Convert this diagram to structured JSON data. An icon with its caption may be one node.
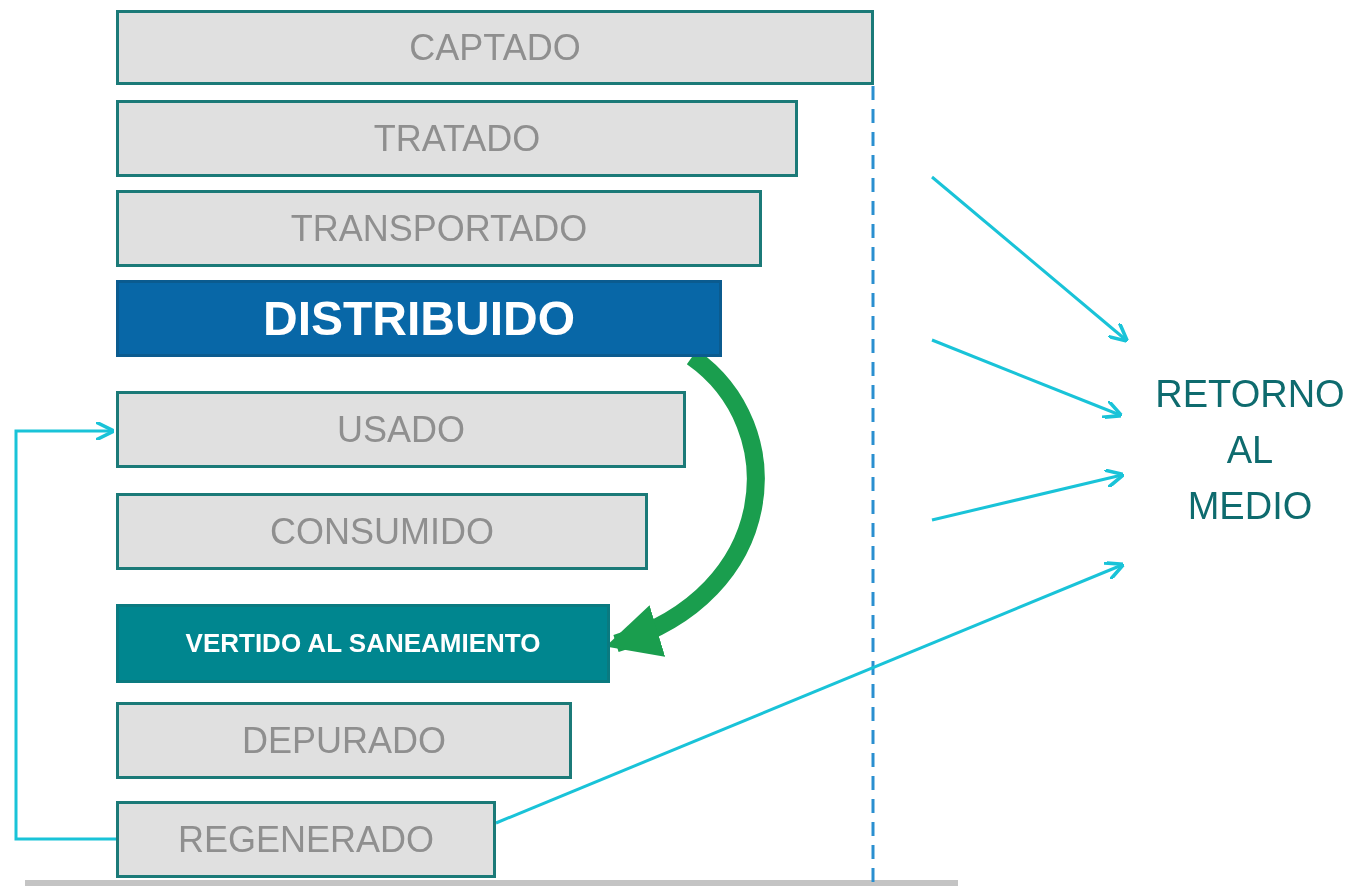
{
  "diagram": {
    "nodes": [
      {
        "text": [
          "CAPTADO"
        ]
      },
      {
        "text": [
          "TRATADO"
        ]
      },
      {
        "text": [
          "TRANSPORTADO"
        ]
      },
      {
        "text": [
          "DISTRIBUIDO"
        ]
      },
      {
        "text": [
          "USADO"
        ]
      },
      {
        "text": [
          "CONSUMIDO"
        ]
      },
      {
        "text": [
          "VERTIDO AL SANEAMIENTO"
        ]
      },
      {
        "text": [
          "DEPURADO"
        ]
      },
      {
        "text": [
          "REGENERADO"
        ]
      },
      {
        "text": [
          "RETORNO AL MEDIO"
        ]
      }
    ],
    "edges": [
      {
        "from": 3,
        "to": 6,
        "arrow": "to",
        "style": "thick",
        "color": "#1a9e4e"
      },
      {
        "from": 8,
        "to": 4,
        "arrow": "to"
      },
      {
        "from": 8,
        "to": 9,
        "arrow": "to"
      },
      {
        "from": null,
        "to": 9,
        "arrow": "to"
      },
      {
        "from": null,
        "to": 9,
        "arrow": "to"
      },
      {
        "from": null,
        "to": 9,
        "arrow": "to"
      }
    ]
  }
}
